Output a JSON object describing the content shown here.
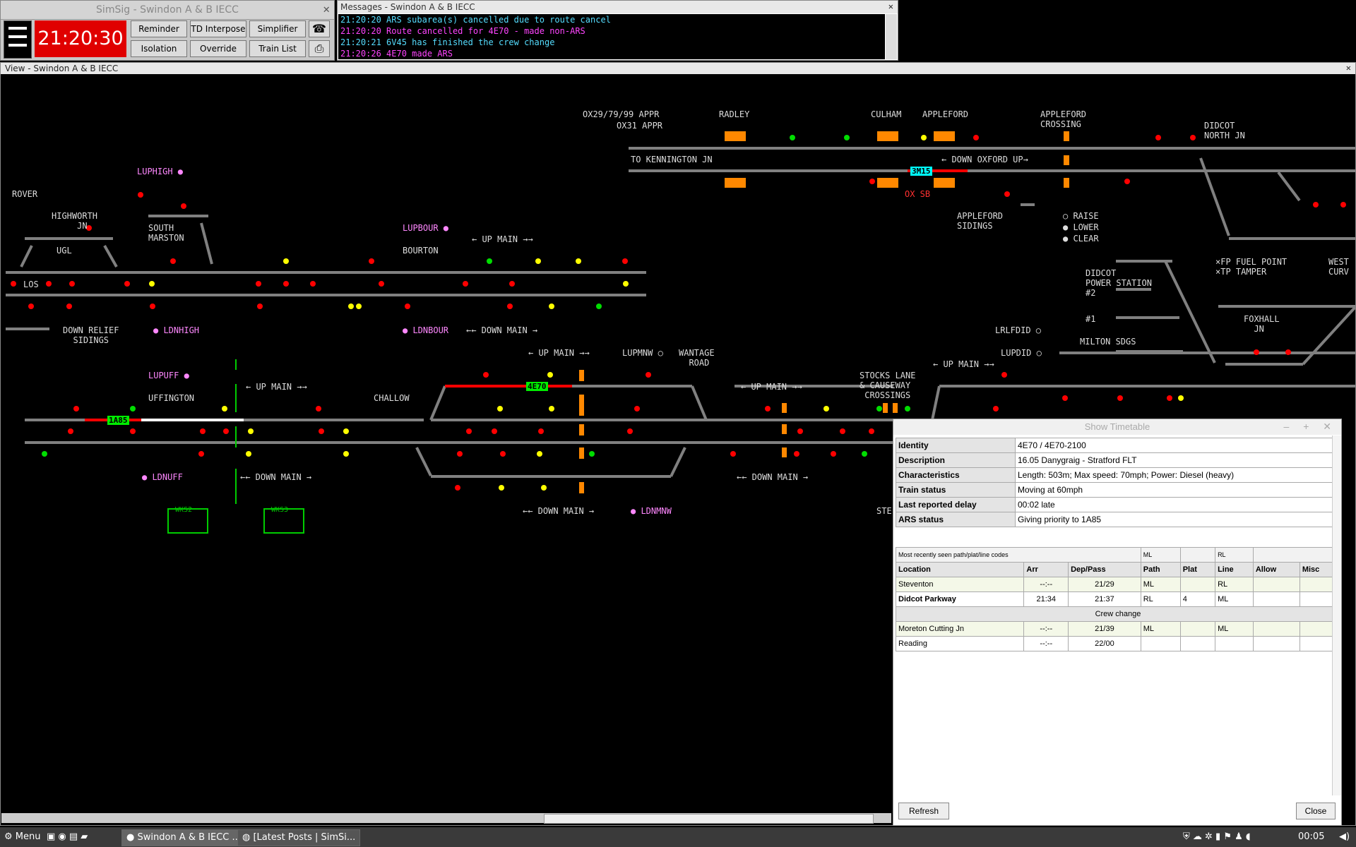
{
  "control": {
    "title": "SimSig - Swindon A & B IECC",
    "close": "✕",
    "clock": "21:20:30",
    "buttons": {
      "reminder": "Reminder",
      "td_interpose": "TD Interpose",
      "simplifier": "Simplifier",
      "isolation": "Isolation",
      "override": "Override",
      "train_list": "Train List"
    },
    "phone_icon": "☎",
    "print_icon": "⎙"
  },
  "messages": {
    "title": "Messages - Swindon A & B IECC",
    "close": "✕",
    "lines": [
      {
        "text": "21:20:20 ARS subarea(s) cancelled due to route cancel",
        "color": "#55ddff"
      },
      {
        "text": "21:20:20 Route cancelled for 4E70 - made non-ARS",
        "color": "#ff44ff"
      },
      {
        "text": "21:20:21 6V45 has finished the crew change",
        "color": "#55ddff"
      },
      {
        "text": "21:20:26 4E70 made ARS",
        "color": "#ff44ff"
      }
    ]
  },
  "view": {
    "title": "View - Swindon A & B IECC",
    "close": "✕",
    "labels": {
      "ox_appr1": "OX29/79/99 APPR",
      "ox_appr2": "OX31 APPR",
      "radley": "RADLEY",
      "culham": "CULHAM",
      "appleford": "APPLEFORD",
      "appleford_crossing": "APPLEFORD\nCROSSING",
      "didcot_north": "DIDCOT\nNORTH JN",
      "kennington": "TO KENNINGTON JN",
      "down_oxford_up": "← DOWN OXFORD UP→",
      "oxsb": "OX SB",
      "appleford_sidings": "APPLEFORD\nSIDINGS",
      "raise": "○ RAISE",
      "lower": "● LOWER",
      "clear": "● CLEAR",
      "luphigh": "LUPHIGH ●",
      "rover": "ROVER",
      "highworth": "HIGHWORTH\n     JN",
      "south_marston": "SOUTH\nMARSTON",
      "ugl": "UGL",
      "lupbour": "LUPBOUR ●",
      "up_main_1": "← UP MAIN →→",
      "bourton": "BOURTON",
      "los": "LOS",
      "down_relief": "DOWN RELIEF\n  SIDINGS",
      "ldnhigh": "● LDNHIGH",
      "ldnbour": "● LDNBOUR",
      "down_main_1": "←← DOWN MAIN →",
      "up_main_2": "← UP MAIN →→",
      "lupmnw": "LUPMNW ○",
      "wantage": "WANTAGE\n  ROAD",
      "lupuff": "LUPUFF ●",
      "up_main_3": "← UP MAIN →→",
      "uffington": "UFFINGTON",
      "challow": "CHALLOW",
      "up_main_4": "← UP MAIN →→",
      "stocks_lane": "STOCKS LANE\n& CAUSEWAY\n CROSSINGS",
      "up_main_5": "← UP MAIN →→",
      "lrlfdid": "LRLFDID ○",
      "lupdid": "LUPDID ○",
      "milton_sdgs": "MILTON SDGS",
      "didcot_ps": "DIDCOT\nPOWER STATION\n#2",
      "ps1": "#1",
      "fuel_point": "×FP FUEL POINT\n×TP TAMPER",
      "west_curve": "WEST\nCURV",
      "foxhall": "FOXHALL\n  JN",
      "ldnuff": "● LDNUFF",
      "down_main_2": "←← DOWN MAIN →",
      "down_main_3": "←← DOWN MAIN →",
      "ldnmnw": "● LDNMNW",
      "down_main_4": "←← DOWN MAIN →",
      "ste": "STE",
      "wks2": "WKS2",
      "wks3": "WKS3"
    },
    "trains": {
      "t3m15": "3M15",
      "t1a85": "1A85",
      "t4e70": "4E70"
    }
  },
  "timetable": {
    "title": "Show Timetable",
    "window_controls": "– + ✕",
    "info": [
      {
        "key": "Identity",
        "value": "4E70 / 4E70-2100"
      },
      {
        "key": "Description",
        "value": "16.05 Danygraig - Stratford FLT"
      },
      {
        "key": "Characteristics",
        "value": "Length: 503m; Max speed: 70mph; Power: Diesel (heavy)"
      },
      {
        "key": "Train status",
        "value": "Moving at 60mph"
      },
      {
        "key": "Last reported delay",
        "value": "00:02 late"
      },
      {
        "key": "ARS status",
        "value": "Giving priority to 1A85"
      }
    ],
    "codes_label": "Most recently seen path/plat/line codes",
    "codes_path": "ML",
    "codes_line": "RL",
    "headers": [
      "Location",
      "Arr",
      "Dep/Pass",
      "Path",
      "Plat",
      "Line",
      "Allow",
      "Misc"
    ],
    "rows": [
      {
        "location": "Steventon",
        "arr": "--:--",
        "dep": "21/29",
        "path": "ML",
        "plat": "",
        "line": "RL",
        "allow": "",
        "misc": ""
      },
      {
        "location": "Didcot Parkway",
        "arr": "21:34",
        "dep": "21:37",
        "path": "RL",
        "plat": "4",
        "line": "ML",
        "allow": "",
        "misc": ""
      },
      {
        "location": "Moreton Cutting Jn",
        "arr": "--:--",
        "dep": "21/39",
        "path": "ML",
        "plat": "",
        "line": "ML",
        "allow": "",
        "misc": ""
      },
      {
        "location": "Reading",
        "arr": "--:--",
        "dep": "22/00",
        "path": "",
        "plat": "",
        "line": "",
        "allow": "",
        "misc": ""
      }
    ],
    "crew_change": "Crew change",
    "refresh": "Refresh",
    "close": "Close"
  },
  "taskbar": {
    "menu": "Menu",
    "task1": "Swindon A & B IECC ...",
    "task2": "[Latest Posts | SimSi...",
    "time": "00:05"
  },
  "colors": {
    "track": "#808080",
    "signal_red": "#ff0000",
    "signal_yellow": "#ffff00",
    "signal_green": "#00dd00",
    "train_green": "#00ee00",
    "train_cyan": "#00ffff",
    "route_red": "#ff0000",
    "crossing_orange": "#ff8800"
  }
}
